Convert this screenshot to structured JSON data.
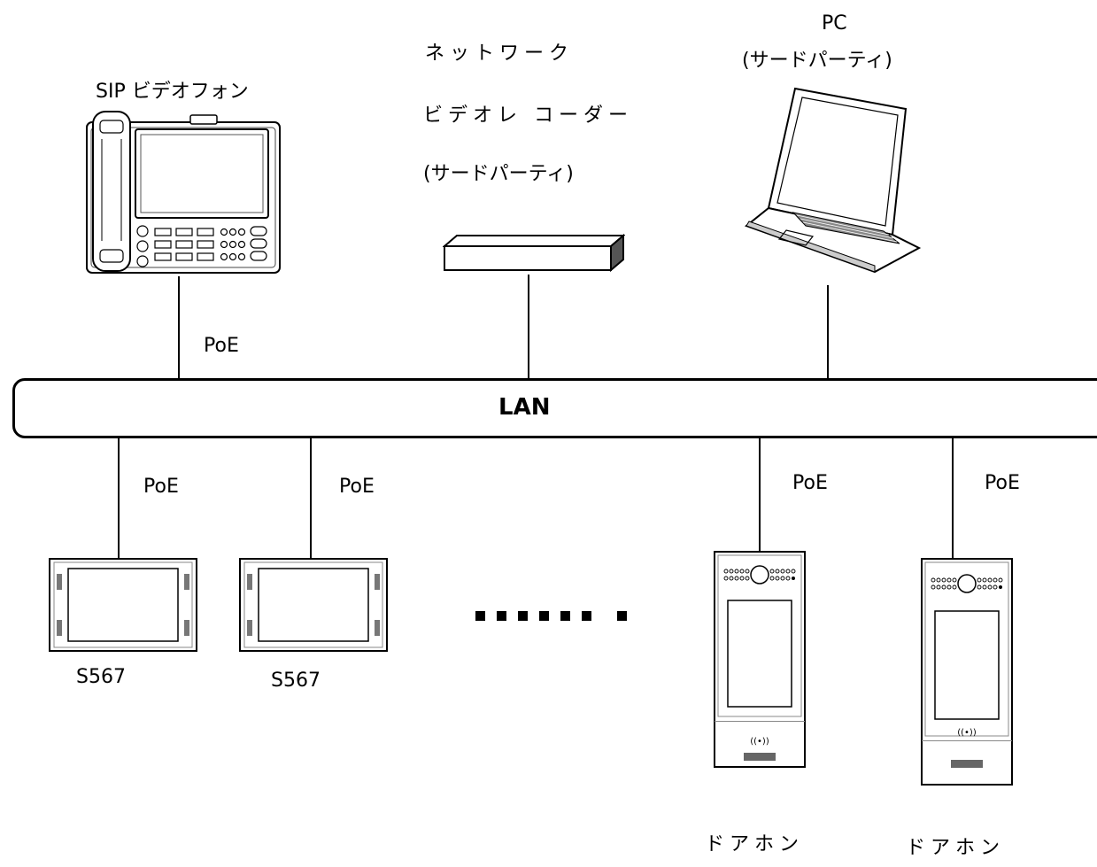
{
  "lan": {
    "label": "LAN"
  },
  "top_devices": {
    "sip_phone": {
      "label": "SIP ビデオフォン",
      "link": "PoE"
    },
    "nvr": {
      "line1": "ネットワーク",
      "line2": "ビデオレ コーダー",
      "line3": "(サードパーティ)"
    },
    "pc": {
      "line1": "PC",
      "line2": "(サードパーティ)"
    }
  },
  "bottom_devices": [
    {
      "label": "S567",
      "link": "PoE"
    },
    {
      "label": "S567",
      "link": "PoE"
    },
    {
      "label": "ドアホン",
      "link": "PoE"
    },
    {
      "label": "ドアホン",
      "link": "PoE"
    }
  ],
  "ellipsis": {
    "count": 7
  }
}
